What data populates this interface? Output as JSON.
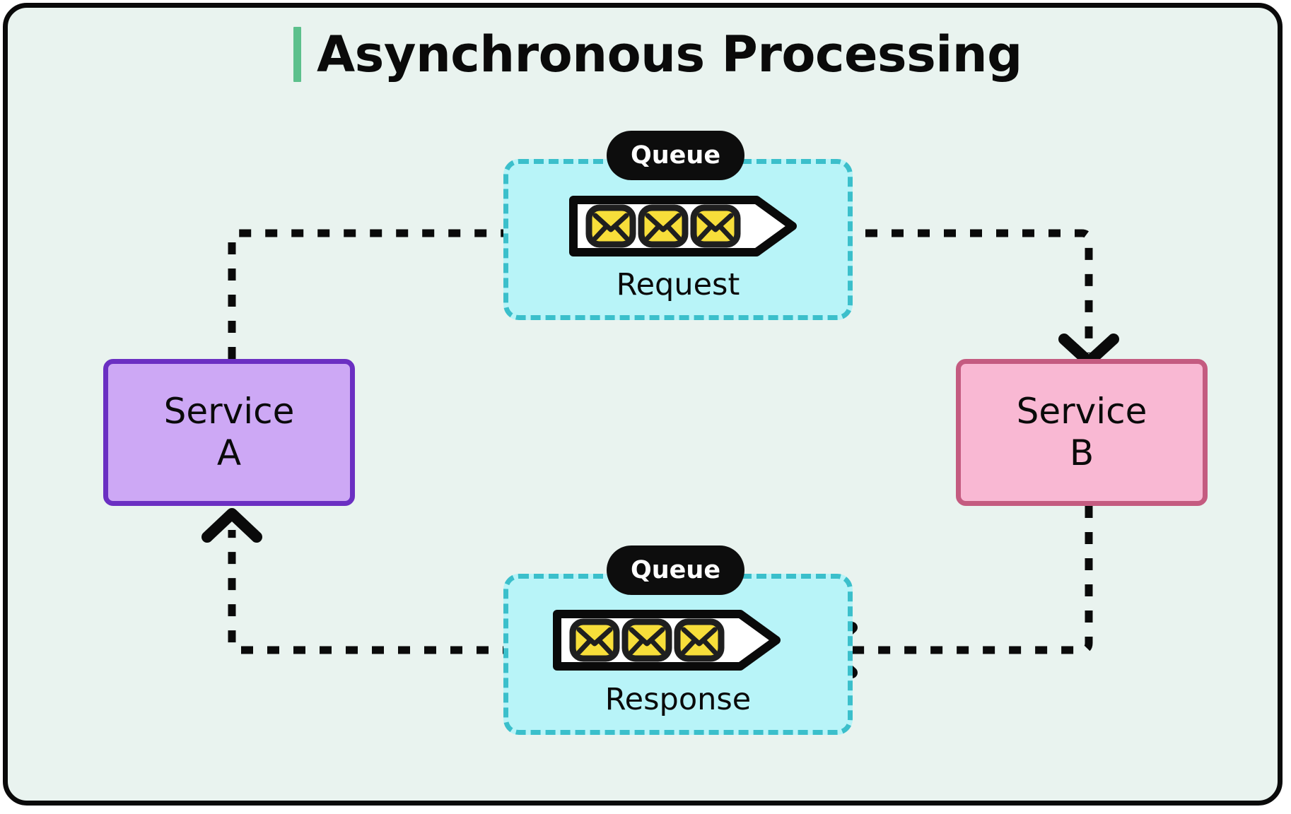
{
  "page": {
    "background_color": "#e9f3ef",
    "frame_border_color": "#0a0a0a"
  },
  "header": {
    "title": "Asynchronous Processing",
    "accent_bar_color": "#5cc08c"
  },
  "nodes": {
    "service_a": {
      "label_line1": "Service",
      "label_line2": "A",
      "fill": "#cda8f5",
      "stroke": "#6b2fc2"
    },
    "service_b": {
      "label_line1": "Service",
      "label_line2": "B",
      "fill": "#f9b8d3",
      "stroke": "#c45b80"
    }
  },
  "queues": [
    {
      "badge_label": "Queue",
      "caption": "Request",
      "message_count": 3,
      "message_icon": "envelope-icon",
      "group_fill": "#b8f4f8",
      "group_stroke": "#3bbfcb",
      "badge_fill": "#0d0d0d",
      "badge_text_color": "#ffffff",
      "envelope_fill": "#f7de3a",
      "envelope_stroke": "#1a1a1a"
    },
    {
      "badge_label": "Queue",
      "caption": "Response",
      "message_count": 3,
      "message_icon": "envelope-icon",
      "group_fill": "#b8f4f8",
      "group_stroke": "#3bbfcb",
      "badge_fill": "#0d0d0d",
      "badge_text_color": "#ffffff",
      "envelope_fill": "#f7de3a",
      "envelope_stroke": "#1a1a1a"
    }
  ],
  "flows": [
    {
      "name": "request-flow",
      "from": "service_a",
      "to": "service_b",
      "via": "Request queue",
      "style": "dashed",
      "color": "#0a0a0a"
    },
    {
      "name": "response-flow",
      "from": "service_b",
      "to": "service_a",
      "via": "Response queue",
      "style": "dashed",
      "color": "#0a0a0a"
    }
  ]
}
